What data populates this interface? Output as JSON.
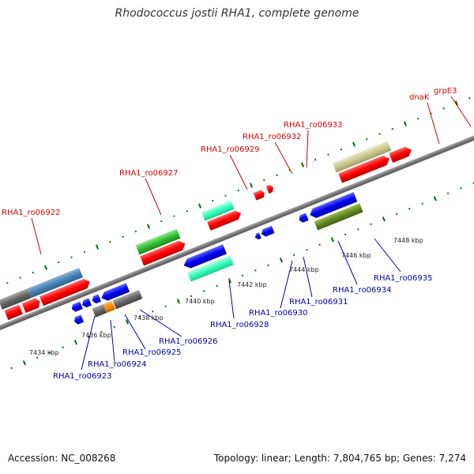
{
  "title": "Rhodococcus jostii RHA1, complete genome",
  "footer": {
    "accession": "Accession: NC_008268",
    "summary": "Topology: linear; Length: 7,804,765 bp; Genes: 7,274"
  },
  "colors": {
    "backbone": "#808080",
    "upper_label": "#dd0000",
    "lower_label": "#0000aa",
    "tick_major": "#007700",
    "tick_minor": "#007700"
  },
  "kbp_ticks": [
    "7434 kbp",
    "7436 kbp",
    "7438 kbp",
    "7440 kbp",
    "7442 kbp",
    "7444 kbp",
    "7446 kbp",
    "7448 kbp"
  ],
  "upper_labels": [
    "RHA1_ro06922",
    "RHA1_ro06927",
    "RHA1_ro06929",
    "RHA1_ro06932",
    "RHA1_ro06933",
    "dnaK",
    "grpE3"
  ],
  "lower_labels": [
    "RHA1_ro06923",
    "RHA1_ro06924",
    "RHA1_ro06925",
    "RHA1_ro06926",
    "RHA1_ro06928",
    "RHA1_ro06930",
    "RHA1_ro06931",
    "RHA1_ro06934",
    "RHA1_ro06935"
  ],
  "feature_colors": {
    "red": "#ff0000",
    "blue": "#0000ee",
    "green": "#33bb33",
    "steel": "#4682b4",
    "gray": "#666666",
    "aqua": "#33ffbb",
    "olive": "#668822",
    "khaki": "#c8c890",
    "orange": "#ff8800"
  }
}
